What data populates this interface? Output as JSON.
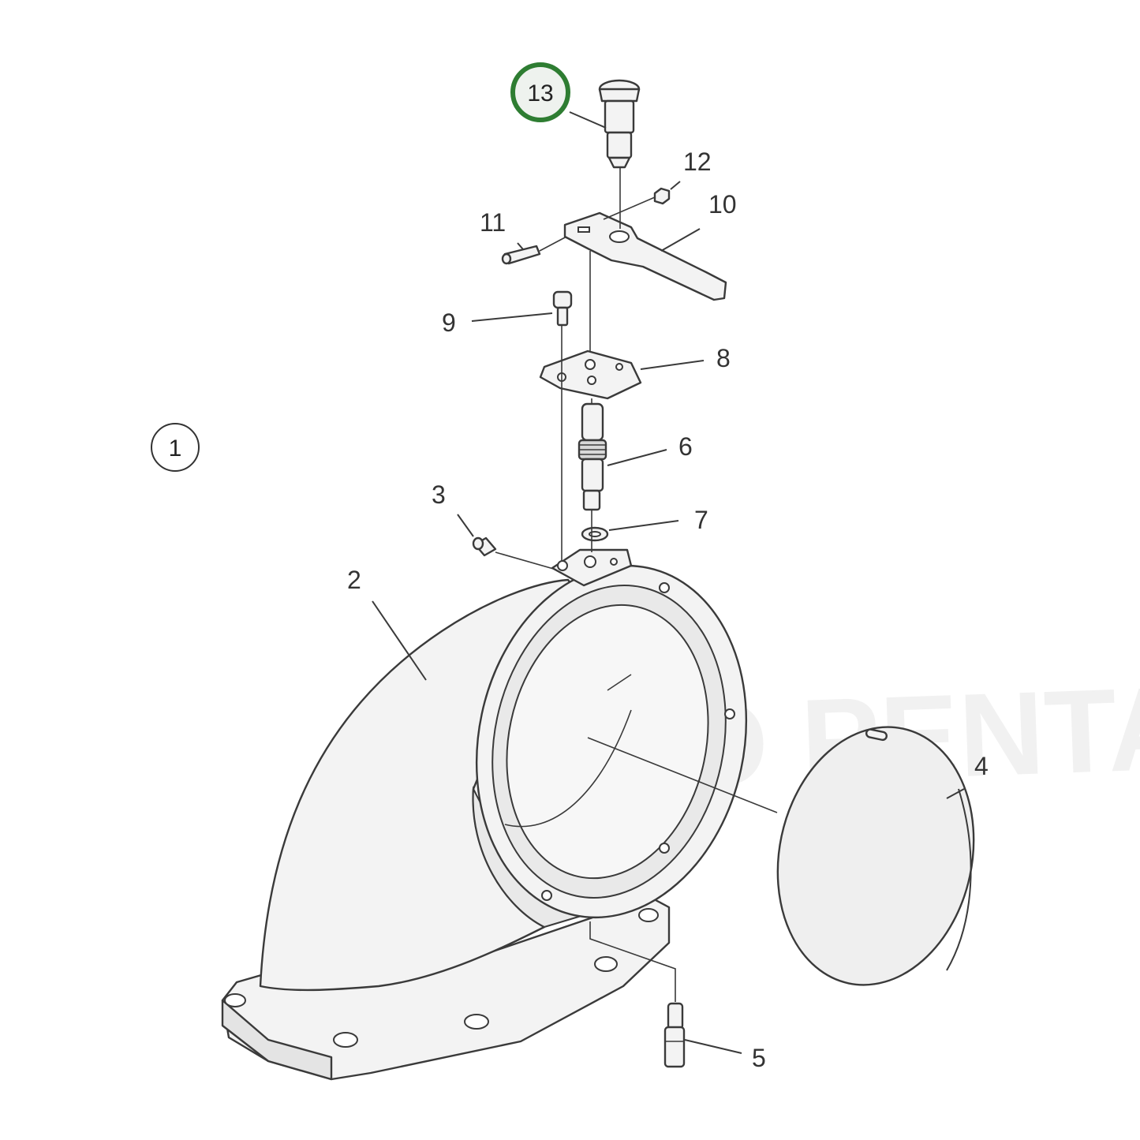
{
  "diagram": {
    "assembly_label": "1",
    "highlight_color": "#2e7d32",
    "watermark": "VOLVO PENTA",
    "callouts": [
      {
        "id": "2",
        "label": "2"
      },
      {
        "id": "3",
        "label": "3"
      },
      {
        "id": "4",
        "label": "4"
      },
      {
        "id": "5",
        "label": "5"
      },
      {
        "id": "6",
        "label": "6"
      },
      {
        "id": "7",
        "label": "7"
      },
      {
        "id": "8",
        "label": "8"
      },
      {
        "id": "9",
        "label": "9"
      },
      {
        "id": "10",
        "label": "10"
      },
      {
        "id": "11",
        "label": "11"
      },
      {
        "id": "12",
        "label": "12"
      },
      {
        "id": "13",
        "label": "13",
        "highlighted": true
      }
    ]
  }
}
